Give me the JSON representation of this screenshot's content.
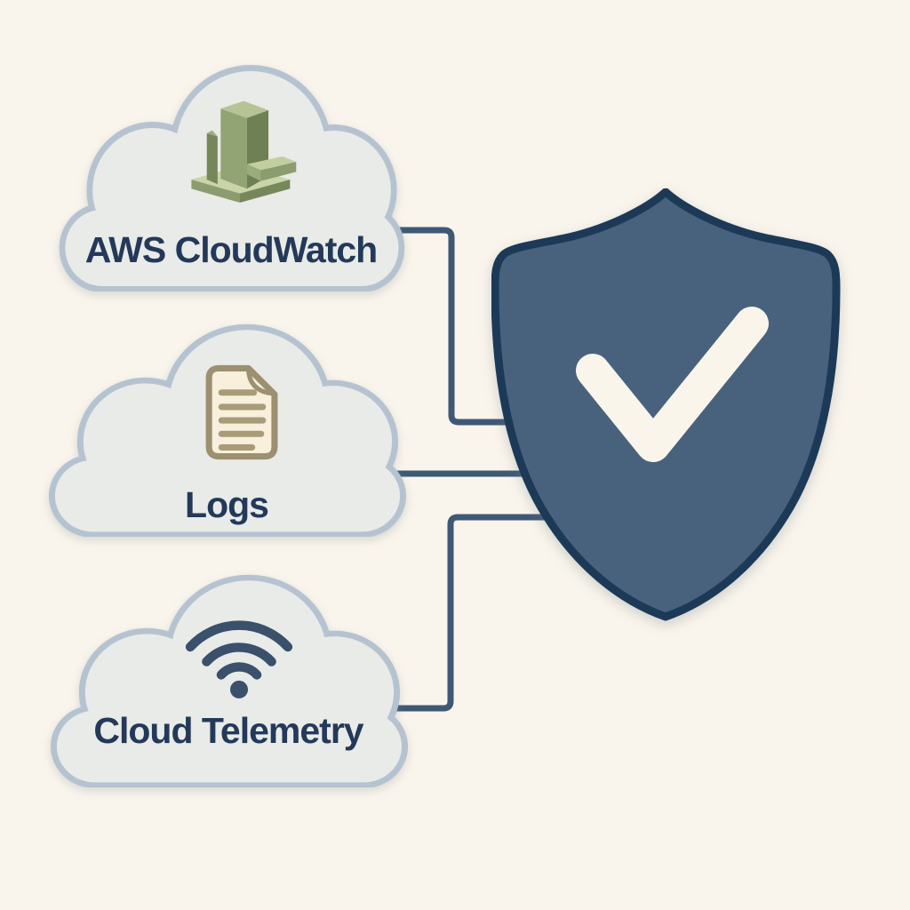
{
  "diagram": {
    "nodes": [
      {
        "id": "cloudwatch",
        "label": "AWS CloudWatch",
        "icon": "building-icon"
      },
      {
        "id": "logs",
        "label": "Logs",
        "icon": "log-document-icon"
      },
      {
        "id": "telemetry",
        "label": "Cloud Telemetry",
        "icon": "wifi-icon"
      }
    ],
    "target": {
      "id": "shield",
      "icon": "shield-checkmark-icon"
    },
    "connections": [
      {
        "from": "cloudwatch",
        "to": "shield"
      },
      {
        "from": "logs",
        "to": "shield"
      },
      {
        "from": "telemetry",
        "to": "shield"
      }
    ],
    "colors": {
      "background": "#f9f5ec",
      "cloud_fill": "#e8ebe7",
      "cloud_border": "#b5c3d1",
      "label_text": "#24395a",
      "connector": "#3e5973",
      "shield_fill": "#48627e",
      "shield_border": "#1c3a57",
      "checkmark": "#faf5ea",
      "building_green": "#8fa06f",
      "document_tan": "#9c9070",
      "wifi_navy": "#3a506b"
    }
  }
}
